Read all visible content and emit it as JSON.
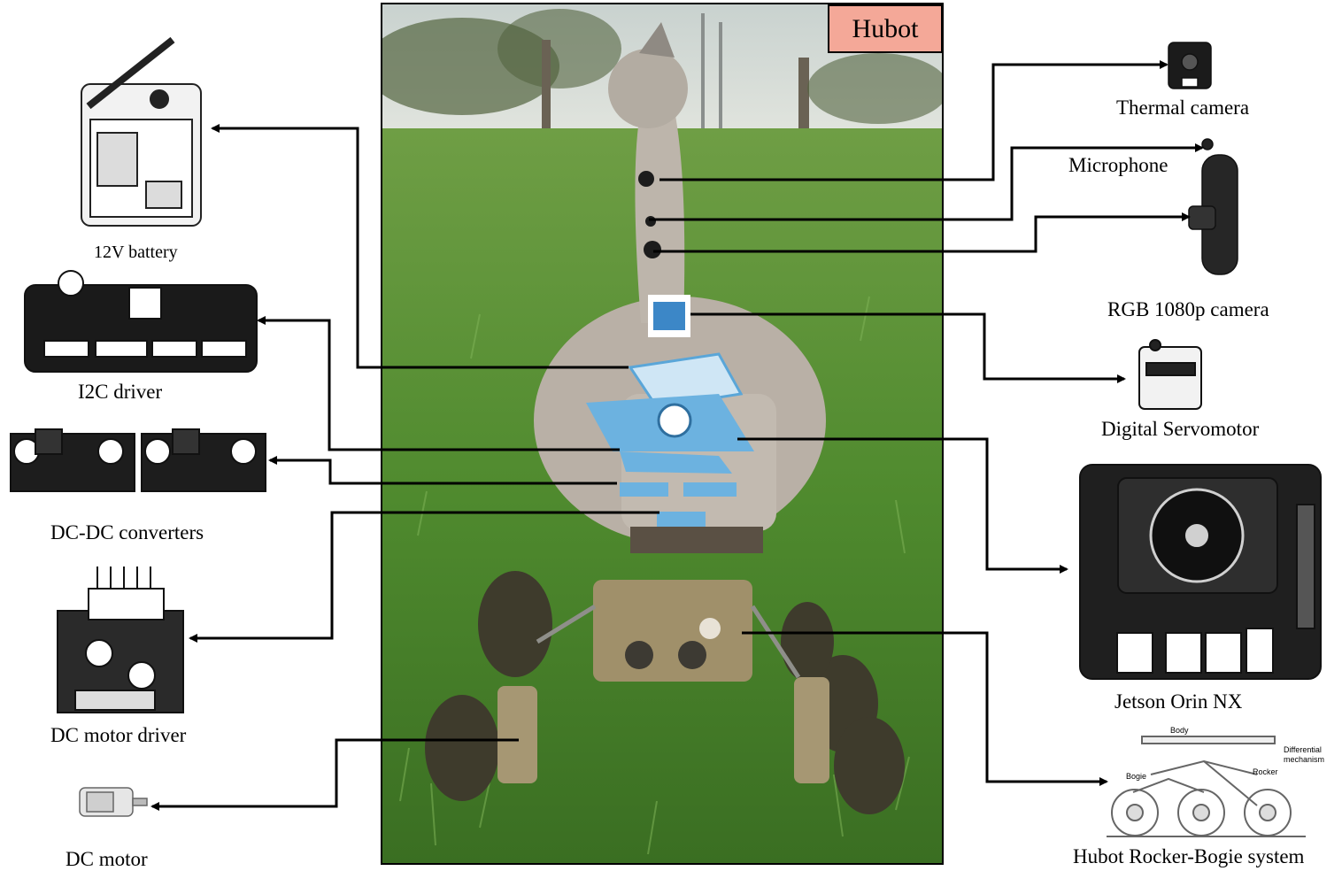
{
  "title": "Hubot",
  "components_left": [
    {
      "id": "battery",
      "label": "12V battery"
    },
    {
      "id": "i2c",
      "label": "I2C driver"
    },
    {
      "id": "dcdc",
      "label": "DC-DC converters"
    },
    {
      "id": "motordriver",
      "label": "DC motor driver"
    },
    {
      "id": "motor",
      "label": "DC motor"
    }
  ],
  "components_right": [
    {
      "id": "thermal",
      "label": "Thermal camera"
    },
    {
      "id": "mic",
      "label": "Microphone"
    },
    {
      "id": "rgb",
      "label": "RGB 1080p camera"
    },
    {
      "id": "servo",
      "label": "Digital Servomotor"
    },
    {
      "id": "jetson",
      "label": "Jetson Orin NX"
    },
    {
      "id": "rockerbogie",
      "label": "Hubot Rocker-Bogie system"
    }
  ],
  "rocker_bogie_labels": {
    "body": "Body",
    "differential": "Differential",
    "mechanism": "mechanism",
    "bogie": "Bogie",
    "rocker": "Rocker"
  },
  "colors": {
    "sky": "#cfd8d6",
    "grass": "#4f8a2e",
    "goose": "#b9b0a6",
    "module_blue": "#5aa6d8",
    "title_bg": "#f4a898"
  }
}
